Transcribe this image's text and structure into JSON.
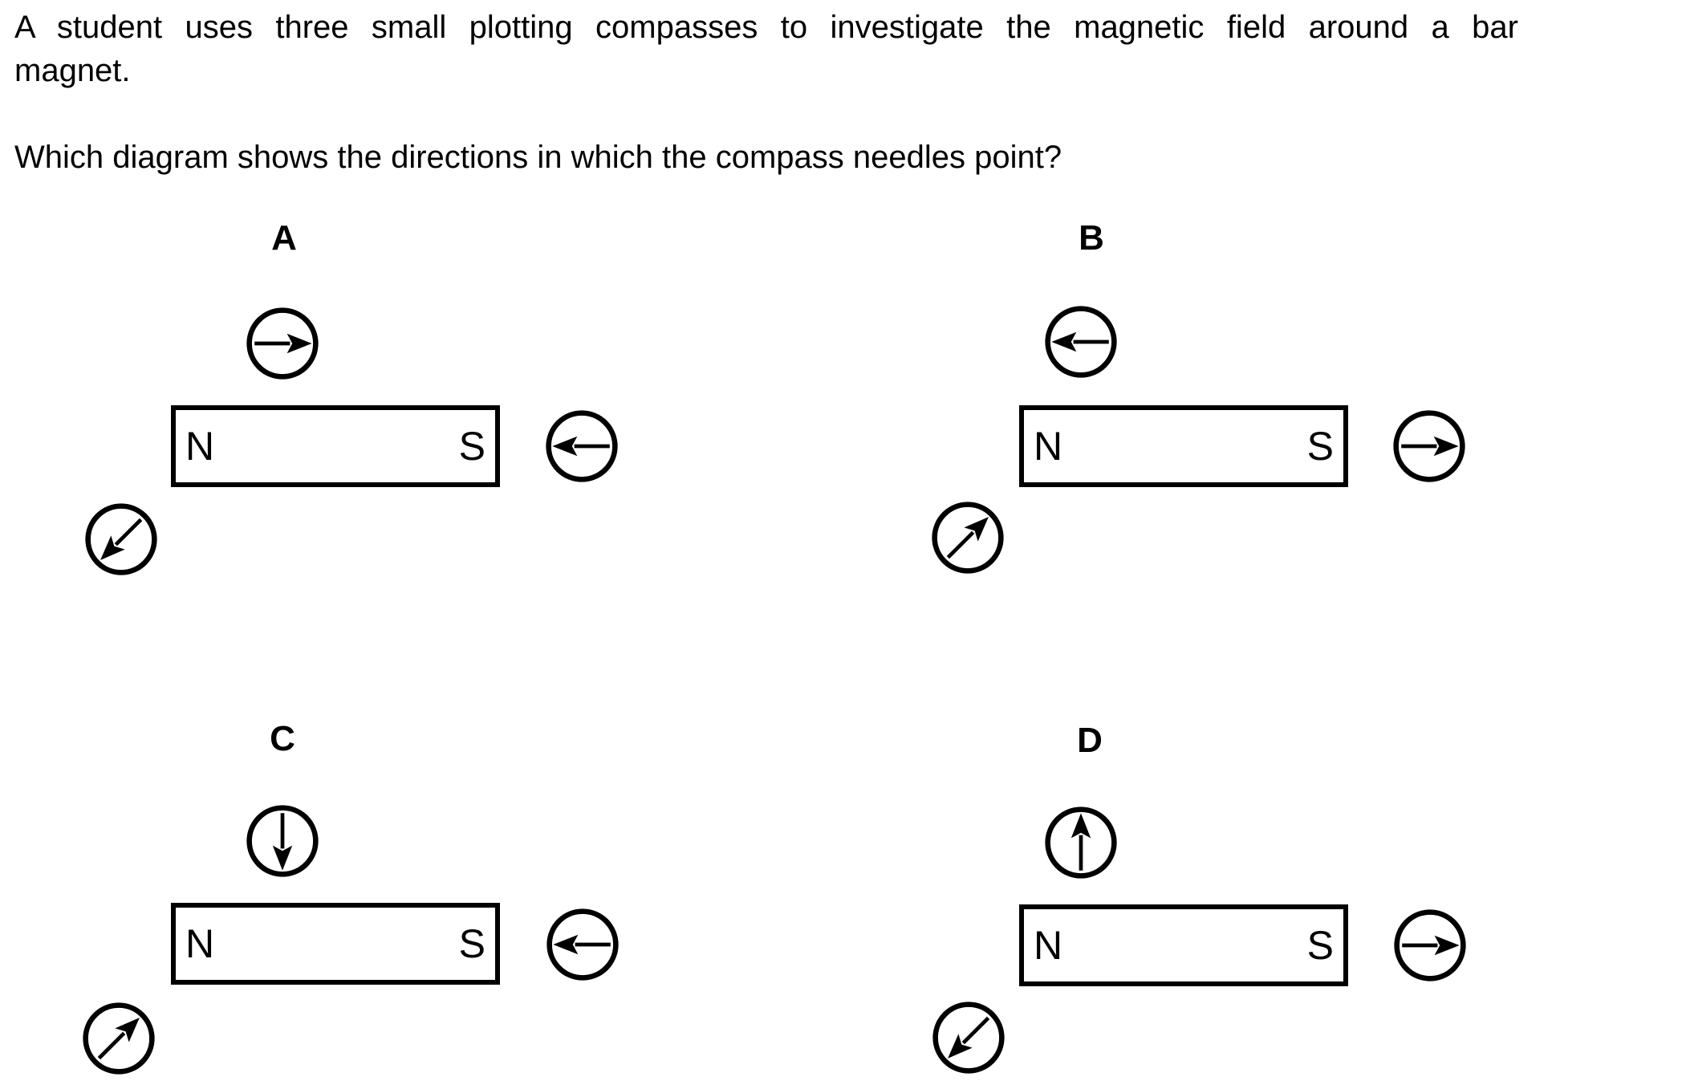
{
  "question": {
    "line1": "A student uses three small plotting compasses to investigate the magnetic field around a bar",
    "line2": "magnet.",
    "prompt": "Which diagram shows the directions in which the compass needles point?"
  },
  "colors": {
    "ink": "#000000",
    "background": "#ffffff"
  },
  "diagrams": [
    {
      "label": "A",
      "magnet": {
        "left_pole": "N",
        "right_pole": "S"
      },
      "compasses": {
        "top": {
          "position": "above magnet",
          "direction": "right",
          "angle_deg": 0
        },
        "right": {
          "position": "right of S pole",
          "direction": "left",
          "angle_deg": 180
        },
        "bottom_left": {
          "position": "below left of N pole",
          "direction": "down-left",
          "angle_deg": 135
        }
      }
    },
    {
      "label": "B",
      "magnet": {
        "left_pole": "N",
        "right_pole": "S"
      },
      "compasses": {
        "top": {
          "position": "above magnet",
          "direction": "left",
          "angle_deg": 180
        },
        "right": {
          "position": "right of S pole",
          "direction": "right",
          "angle_deg": 0
        },
        "bottom_left": {
          "position": "below left of N pole",
          "direction": "up-right",
          "angle_deg": 315
        }
      }
    },
    {
      "label": "C",
      "magnet": {
        "left_pole": "N",
        "right_pole": "S"
      },
      "compasses": {
        "top": {
          "position": "above magnet",
          "direction": "down",
          "angle_deg": 90
        },
        "right": {
          "position": "right of S pole",
          "direction": "left",
          "angle_deg": 180
        },
        "bottom_left": {
          "position": "below left of N pole",
          "direction": "up-right",
          "angle_deg": 315
        }
      }
    },
    {
      "label": "D",
      "magnet": {
        "left_pole": "N",
        "right_pole": "S"
      },
      "compasses": {
        "top": {
          "position": "above magnet",
          "direction": "up",
          "angle_deg": 270
        },
        "right": {
          "position": "right of S pole",
          "direction": "right",
          "angle_deg": 0
        },
        "bottom_left": {
          "position": "below left of N pole",
          "direction": "down-left",
          "angle_deg": 135
        }
      }
    }
  ]
}
